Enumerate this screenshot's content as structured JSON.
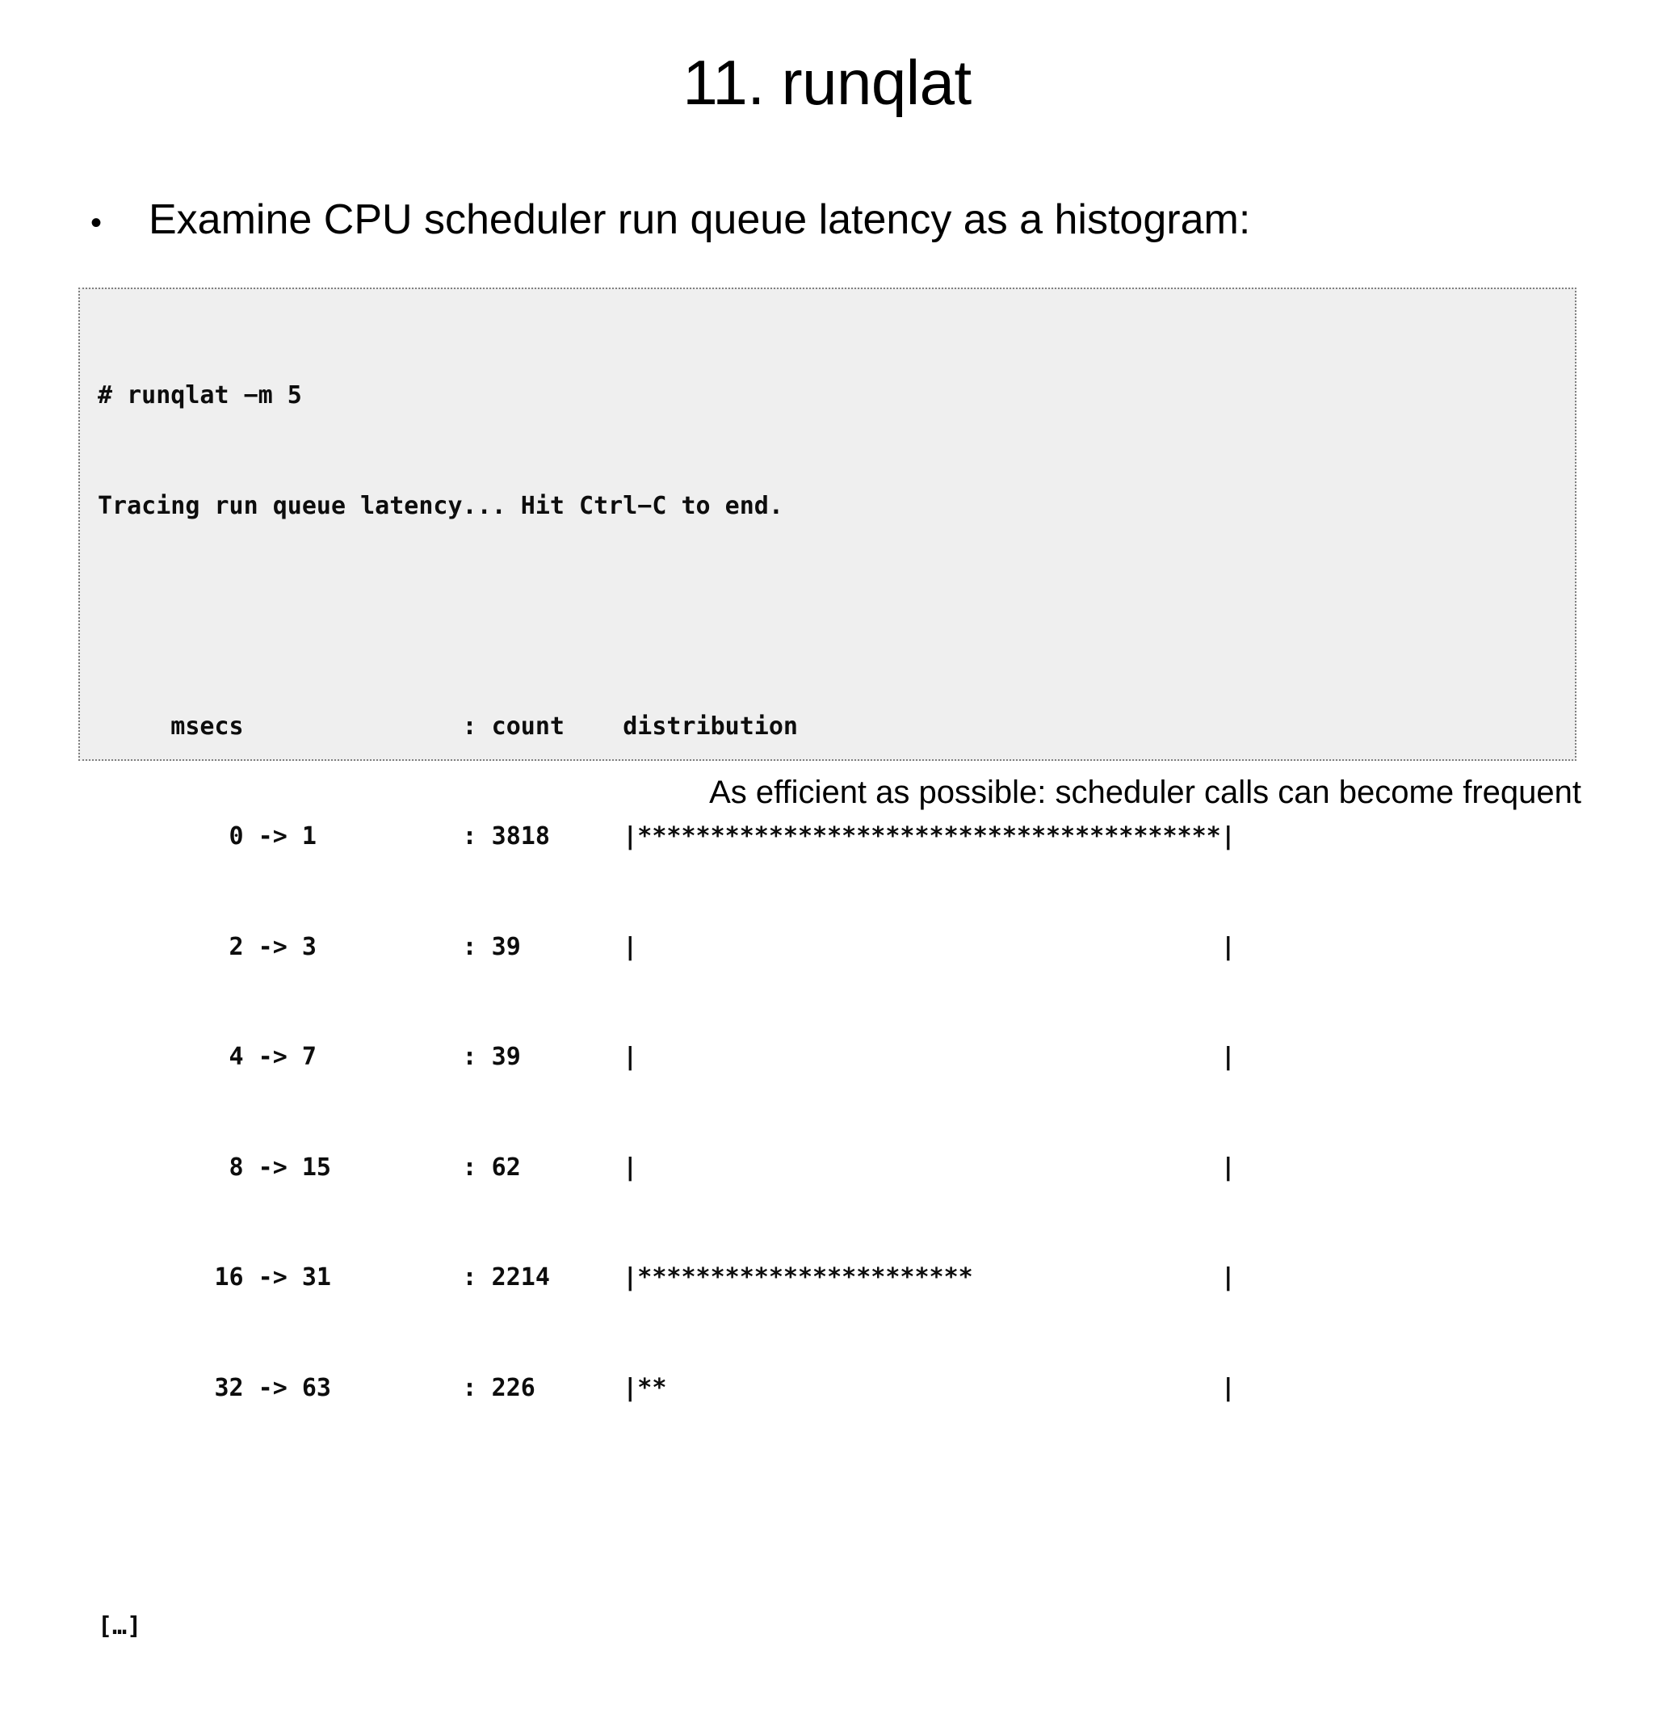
{
  "slide": {
    "title": "11. runqlat",
    "bullet_marker": "•",
    "bullet_text": "Examine CPU scheduler run queue latency as a histogram:",
    "caption": "As efficient as possible: scheduler calls can become frequent"
  },
  "terminal": {
    "command_line": "# runqlat −m 5",
    "status_line": "Tracing run queue latency... Hit Ctrl−C to end.",
    "blank_line": "",
    "header_line": "     msecs               : count    distribution",
    "rows_text": [
      "         0 -> 1          : 3818     |****************************************|",
      "         2 -> 3          : 39       |                                        |",
      "         4 -> 7          : 39       |                                        |",
      "         8 -> 15         : 62       |                                        |",
      "        16 -> 31         : 2214     |***********************                 |",
      "        32 -> 63         : 226      |**                                      |"
    ],
    "truncation_marker": "[…]",
    "header_columns": [
      "msecs",
      ":",
      "count",
      "distribution"
    ],
    "background_color": "#efefef",
    "border_color": "#808080",
    "text_color": "#0d0d0d"
  },
  "chart_data": {
    "type": "bar",
    "title": "run queue latency histogram (runqlat -m 5)",
    "xlabel": "count",
    "ylabel": "msecs",
    "categories": [
      "0 -> 1",
      "2 -> 3",
      "4 -> 7",
      "8 -> 15",
      "16 -> 31",
      "32 -> 63"
    ],
    "values": [
      3818,
      39,
      39,
      62,
      2214,
      226
    ],
    "bar_stars": [
      40,
      0,
      0,
      0,
      23,
      2
    ],
    "max_stars": 40,
    "unit": "msecs",
    "grid": false,
    "legend": "none"
  }
}
